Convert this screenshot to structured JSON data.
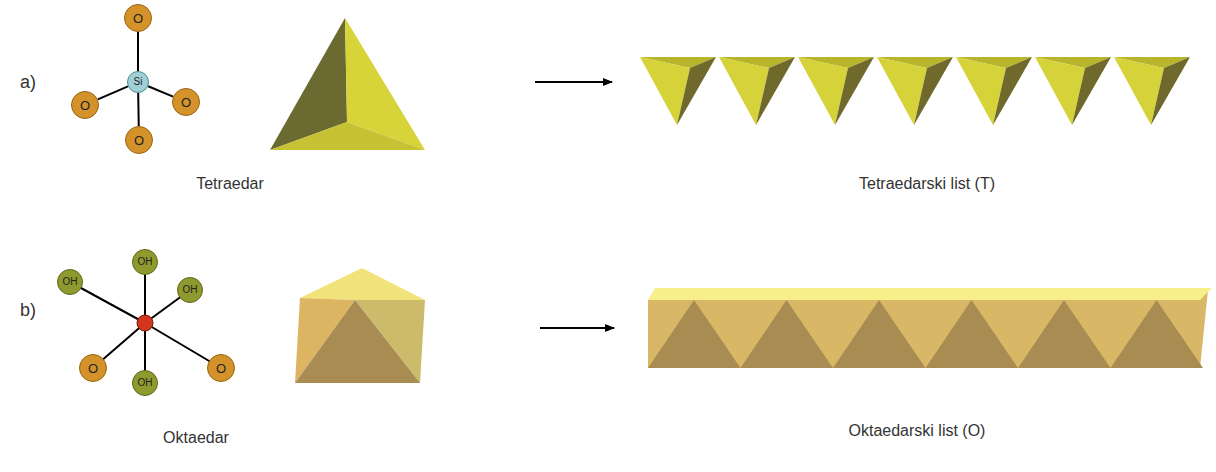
{
  "diagram": {
    "nodes": [
      {
        "text": [
          "O"
        ]
      },
      {
        "text": [
          "O"
        ]
      },
      {
        "text": [
          "Si"
        ]
      },
      {
        "text": [
          "O"
        ]
      },
      {
        "text": [
          "O"
        ]
      },
      {
        "text": [
          "OH"
        ]
      },
      {
        "text": [
          "OH"
        ]
      },
      {
        "text": [
          "OH"
        ]
      },
      {
        "text": [
          "O"
        ]
      },
      {
        "text": [
          "O"
        ]
      },
      {
        "text": [
          "OH"
        ]
      }
    ],
    "edges": [
      {
        "from": 2,
        "to": 0,
        "arrow": "none"
      },
      {
        "from": 2,
        "to": 1,
        "arrow": "none"
      },
      {
        "from": 2,
        "to": 3,
        "arrow": "none"
      },
      {
        "from": 2,
        "to": 4,
        "arrow": "none"
      }
    ],
    "labels": [
      "a)",
      "b)",
      "Tetraedar",
      "Tetraedarski list (T)",
      "Oktaedar",
      "Oktaedarski list (O)"
    ]
  }
}
